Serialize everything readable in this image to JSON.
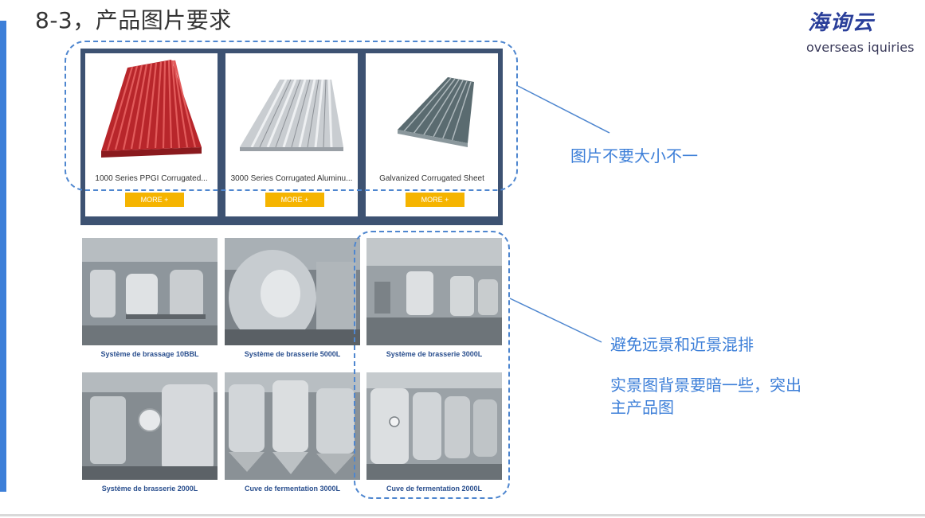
{
  "slide": {
    "title": "8-3，产品图片要求"
  },
  "brand": {
    "logo_text": "海询云",
    "subtitle": "overseas iquiries",
    "color": "#2a3f9a"
  },
  "products": [
    {
      "name": "1000 Series PPGI Corrugated...",
      "button": "MORE +"
    },
    {
      "name": "3000 Series Corrugated Aluminu...",
      "button": "MORE +"
    },
    {
      "name": "Galvanized Corrugated Sheet",
      "button": "MORE +"
    }
  ],
  "brewery": [
    {
      "caption": "Système de brassage 10BBL"
    },
    {
      "caption": "Système de brasserie 5000L"
    },
    {
      "caption": "Système de brasserie 3000L"
    },
    {
      "caption": "Système de brasserie 2000L"
    },
    {
      "caption": "Cuve de fermentation 3000L"
    },
    {
      "caption": "Cuve de fermentation 2000L"
    }
  ],
  "notes": {
    "note1": "图片不要大小不一",
    "note2": "避免远景和近景混排",
    "note3_line1": "实景图背景要暗一些，突出",
    "note3_line2": "主产品图"
  },
  "colors": {
    "accent": "#3d7fd8",
    "panel": "#3d5272",
    "button": "#f5b400",
    "caption": "#2a4f8e"
  }
}
